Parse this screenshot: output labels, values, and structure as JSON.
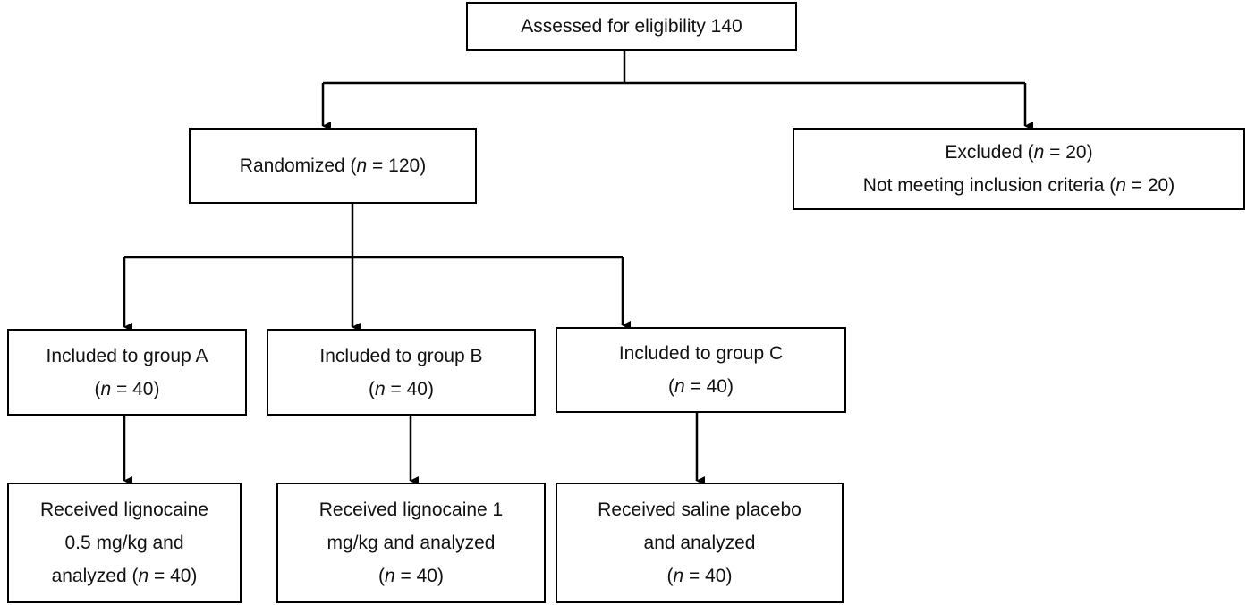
{
  "boxes": {
    "assessed": {
      "line1": "Assessed for eligibility 140"
    },
    "randomized": {
      "prefix": "Randomized (",
      "n": "n",
      "suffix": " = 120)"
    },
    "excluded": {
      "line1_prefix": "Excluded (",
      "line1_n": "n",
      "line1_suffix": " = 20)",
      "line2_prefix": "Not meeting inclusion criteria (",
      "line2_n": "n",
      "line2_suffix": " = 20)"
    },
    "group_a": {
      "line1": "Included to group A",
      "line2_prefix": "(",
      "line2_n": "n",
      "line2_suffix": " = 40)"
    },
    "group_b": {
      "line1": "Included to group B",
      "line2_prefix": "(",
      "line2_n": "n",
      "line2_suffix": " = 40)"
    },
    "group_c": {
      "line1": "Included to group C",
      "line2_prefix": "(",
      "line2_n": "n",
      "line2_suffix": " = 40)"
    },
    "result_a": {
      "line1": "Received lignocaine",
      "line2": "0.5 mg/kg and",
      "line3_prefix": "analyzed (",
      "line3_n": "n",
      "line3_suffix": " = 40)"
    },
    "result_b": {
      "line1": "Received lignocaine 1",
      "line2": "mg/kg and analyzed",
      "line3_prefix": "(",
      "line3_n": "n",
      "line3_suffix": " = 40)"
    },
    "result_c": {
      "line1": "Received saline placebo",
      "line2": "and analyzed",
      "line3_prefix": "(",
      "line3_n": "n",
      "line3_suffix": " = 40)"
    }
  },
  "colors": {
    "line": "#000000",
    "box_border": "#000000",
    "background": "#ffffff"
  }
}
